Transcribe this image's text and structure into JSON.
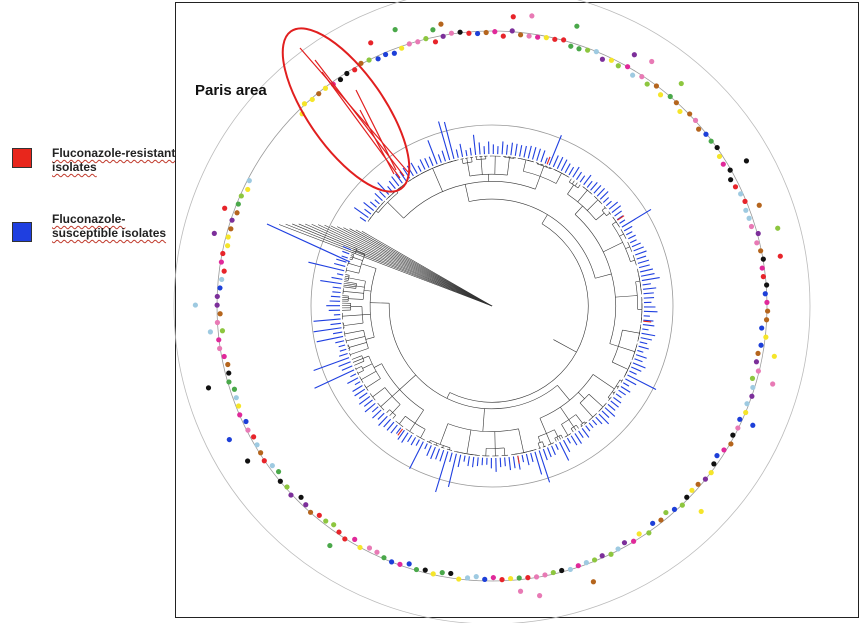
{
  "legend": {
    "resistant": {
      "line1": "Fluconazole-resistant",
      "line2": "isolates",
      "color": "#e8261c"
    },
    "susceptible": {
      "line1": "Fluconazole-",
      "line2": "susceptible isolates",
      "color": "#1f3fe0"
    }
  },
  "annotation": {
    "label": "Paris area",
    "highlight_color": "#e11f1f"
  },
  "tree": {
    "branch_color": "#333333",
    "ring_color": "#999999",
    "bar_color": "#1f3fe0",
    "resistant_color": "#e8261c"
  },
  "dot_palette": [
    "#e7242a",
    "#f5e52a",
    "#7c2f9a",
    "#e0299a",
    "#8dc63f",
    "#1d3fd8",
    "#4aa84a",
    "#b5651d",
    "#111111",
    "#e87ab5",
    "#9ecae1"
  ]
}
